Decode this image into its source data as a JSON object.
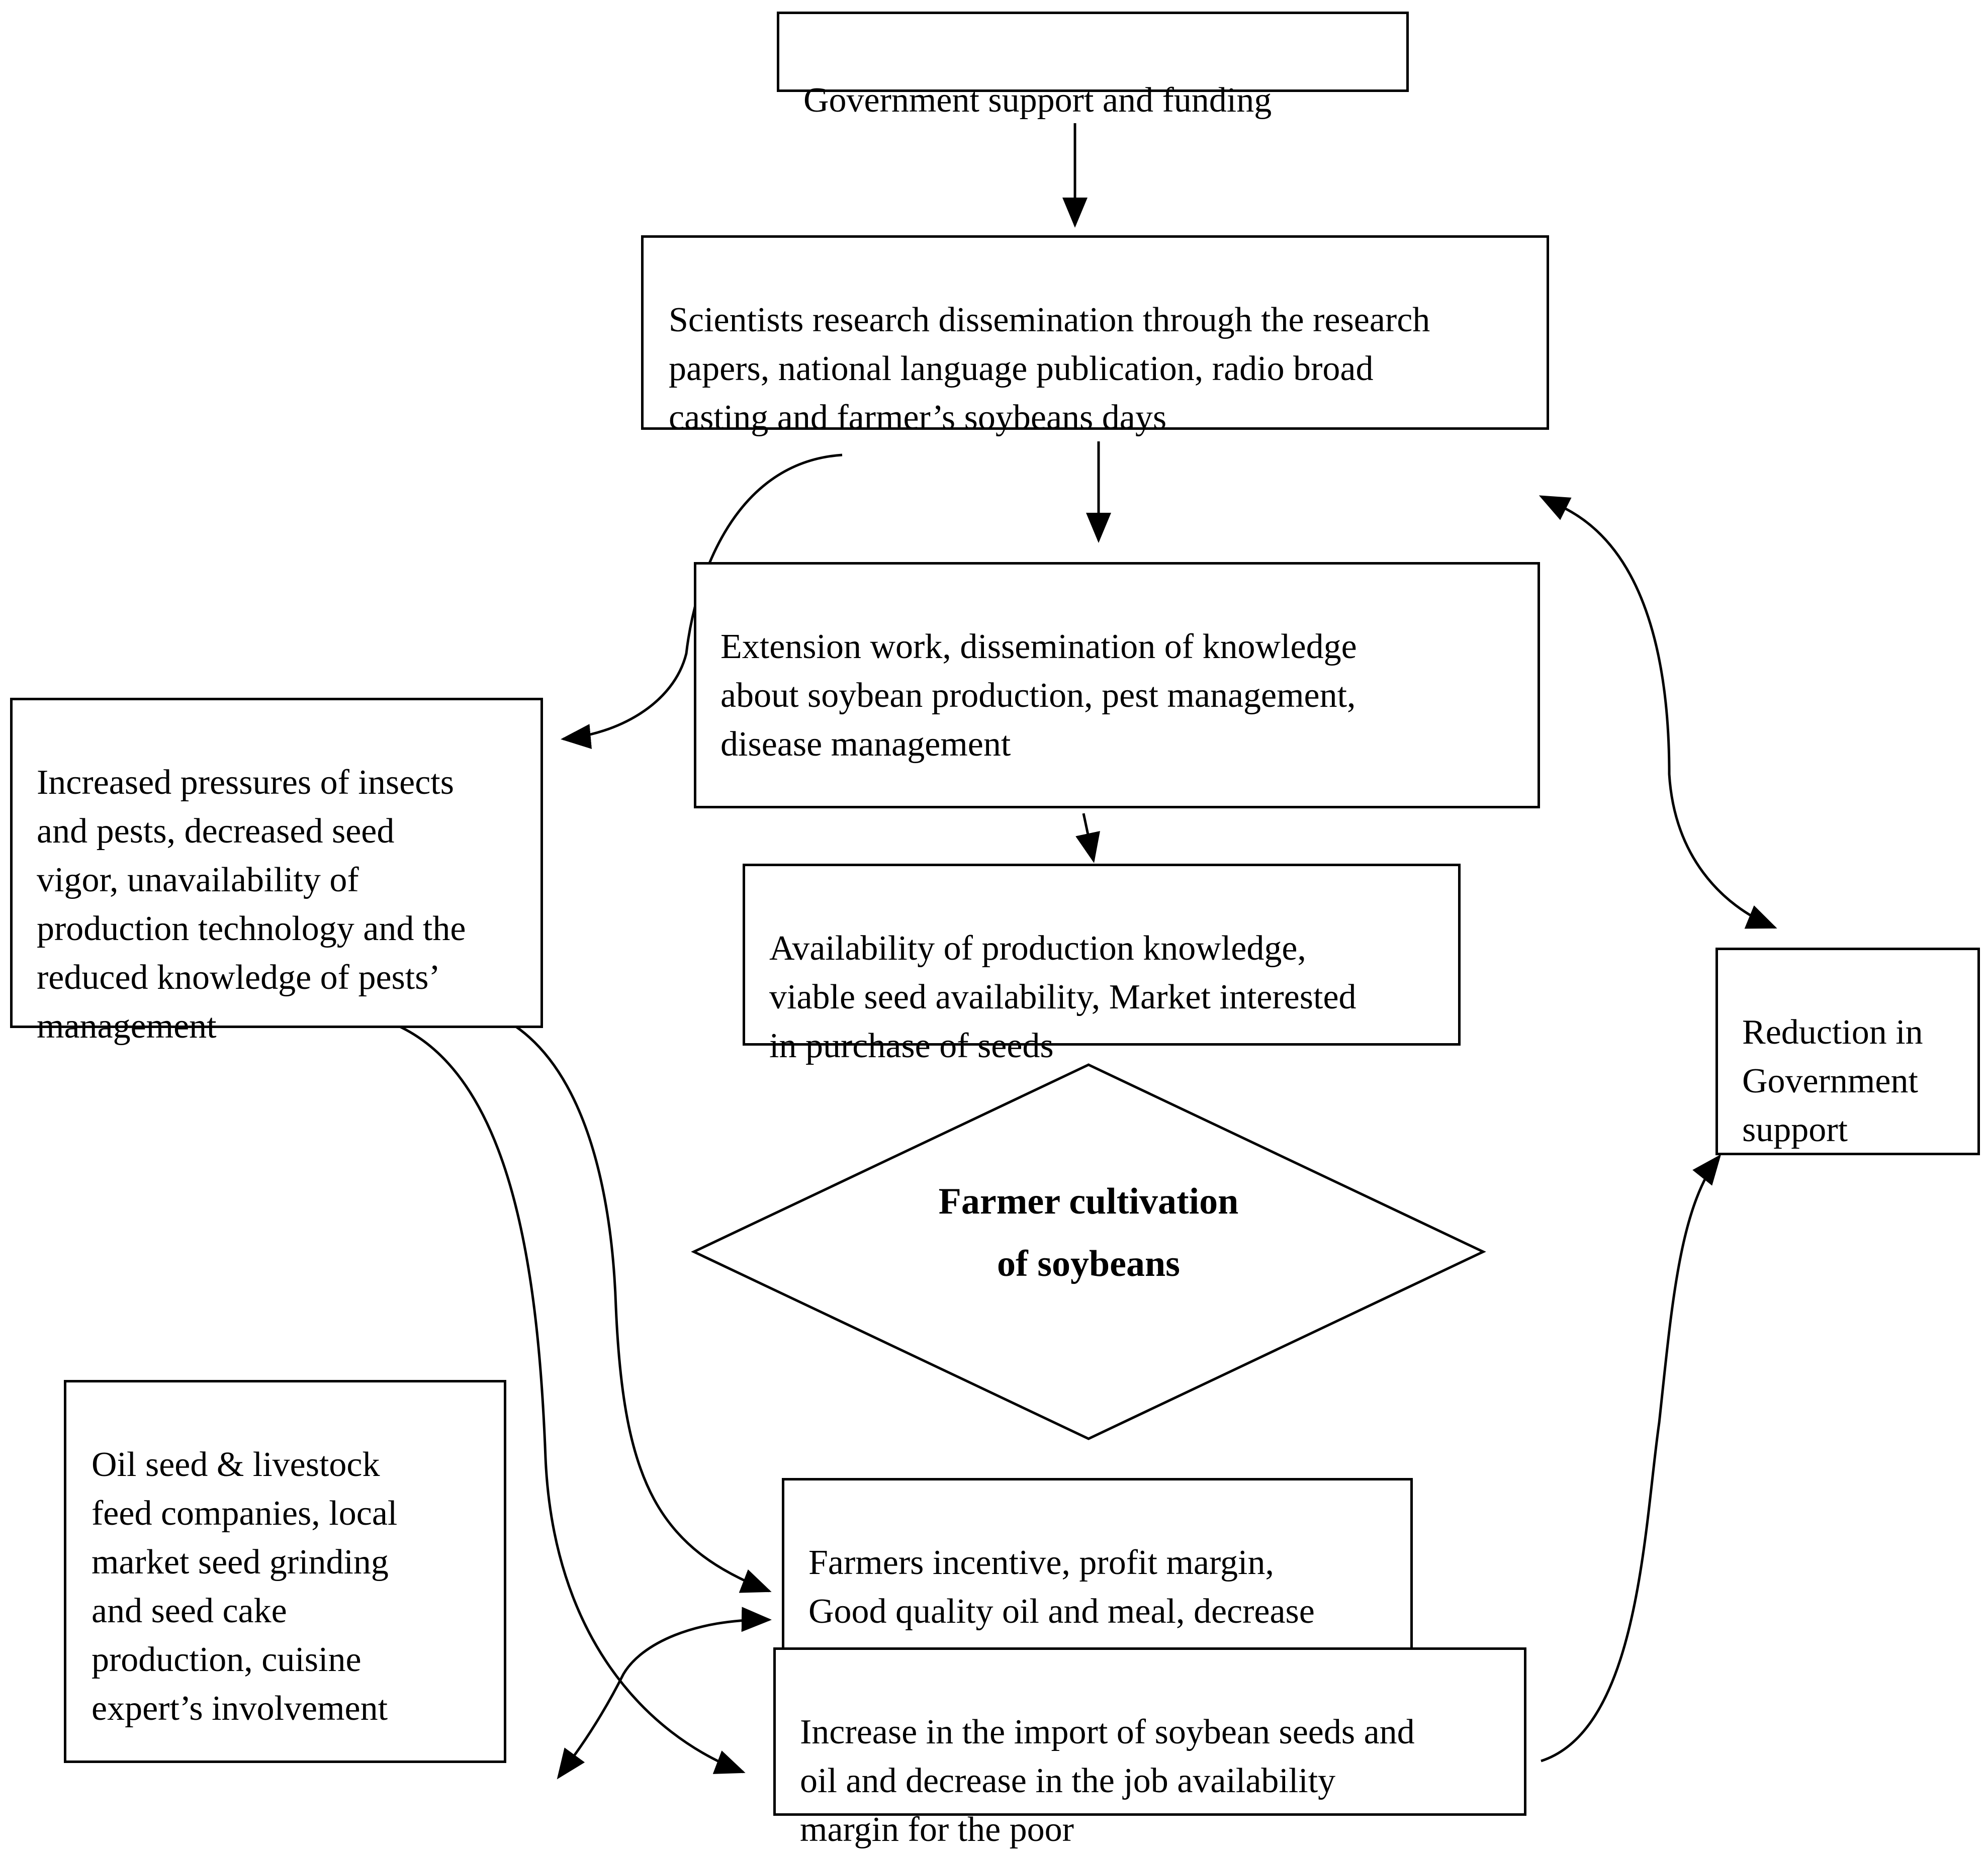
{
  "diagram": {
    "nodes": {
      "government_support": "Government support and funding",
      "scientists_research": "Scientists research dissemination through the research\npapers, national language publication, radio broad\ncasting and farmer’s soybeans days",
      "extension_work": "Extension work, dissemination of knowledge\nabout soybean production, pest management,\ndisease management",
      "availability": "Availability of production knowledge,\nviable seed availability, Market interested\nin purchase of seeds",
      "farmer_cultivation": "Farmer cultivation\nof soybeans",
      "pressures": "Increased pressures of insects\nand pests, decreased seed\nvigor, unavailability of\nproduction technology and the\nreduced knowledge of pests’\nmanagement",
      "reduction_support": "Reduction in\nGovernment\nsupport",
      "oil_seed_companies": "Oil seed & livestock\nfeed companies, local\nmarket seed grinding\nand seed cake\nproduction, cuisine\nexpert’s involvement",
      "farmers_incentive": "Farmers incentive, profit margin,\nGood quality oil and meal, decrease\nin import",
      "increase_import": "Increase in the import of soybean seeds and\noil and decrease in the job availability\nmargin for the poor"
    }
  }
}
